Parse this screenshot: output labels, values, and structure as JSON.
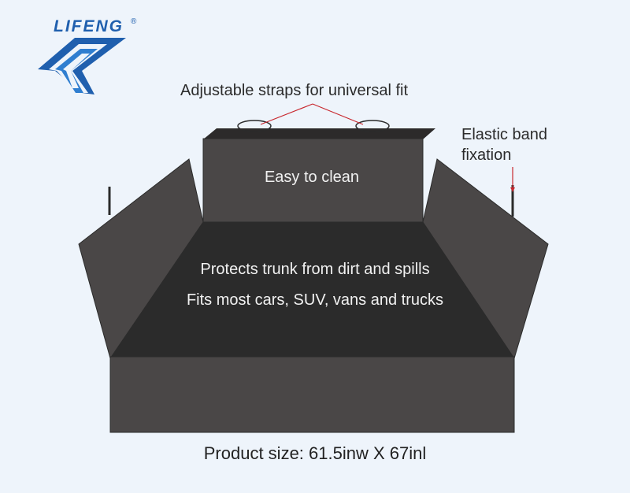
{
  "logo": {
    "brand": "LIFENG",
    "registered": "®",
    "brand_color": "#1f5fae"
  },
  "callouts": {
    "straps": "Adjustable straps for universal fit",
    "elastic_line1": "Elastic band",
    "elastic_line2": "fixation"
  },
  "features": {
    "easy_clean": "Easy to clean",
    "protects": "Protects trunk from dirt and spills",
    "fits": "Fits most cars, SUV, vans and trucks"
  },
  "product_size": "Product size: 61.5inw X 67inl",
  "colors": {
    "background": "#eef4fb",
    "mat_dark": "#2b2b2b",
    "mat_mid": "#4a4747",
    "callout_line": "#c8282f"
  }
}
